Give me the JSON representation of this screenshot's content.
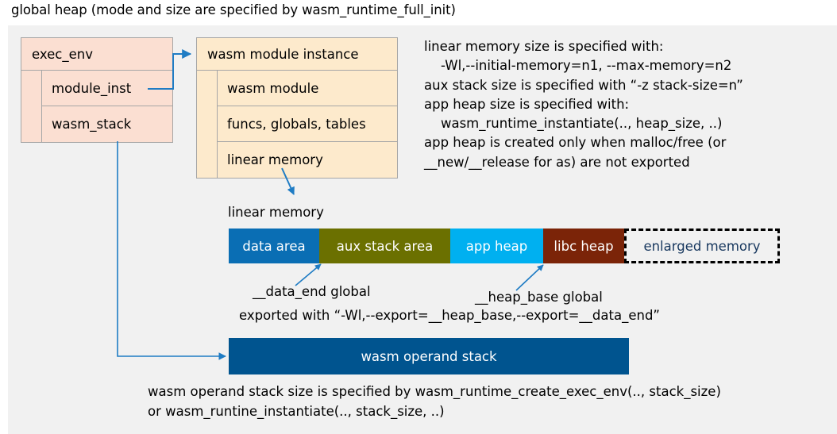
{
  "title": "global heap (mode and size are specified by wasm_runtime_full_init)",
  "colors": {
    "panel_bg": "#f1f1f1",
    "exec_env_fill": "#fbdfd2",
    "module_inst_fill": "#fdeacc",
    "box_border": "#a6a6a6",
    "connector": "#1f7cc4",
    "data_area": "#0a6eb4",
    "aux_stack_area": "#6b7000",
    "app_heap": "#00b0f0",
    "libc_heap": "#7b2408",
    "enlarged_memory_text": "#17375e",
    "operand_stack": "#00548f"
  },
  "exec_env": {
    "header": "exec_env",
    "rows": [
      {
        "label": "module_inst"
      },
      {
        "label": "wasm_stack"
      }
    ]
  },
  "wasm_module_instance": {
    "header": "wasm module instance",
    "rows": [
      {
        "label": "wasm module"
      },
      {
        "label": "funcs, globals, tables"
      },
      {
        "label": "linear memory"
      }
    ]
  },
  "notes": "linear memory size is specified with:\n    -Wl,--initial-memory=n1, --max-memory=n2\naux stack size is specified with “-z stack-size=n”\napp heap size is specified with:\n    wasm_runtime_instantiate(.., heap_size, ..)\napp heap is created only when malloc/free (or\n__new/__release for as) are not exported",
  "linear_memory": {
    "caption": "linear memory",
    "segments": [
      {
        "label": "data area",
        "color": "#0a6eb4",
        "width": 114,
        "style": "solid"
      },
      {
        "label": "aux stack area",
        "color": "#6b7000",
        "width": 165,
        "style": "solid"
      },
      {
        "label": "app heap",
        "color": "#00b0f0",
        "width": 117,
        "style": "solid"
      },
      {
        "label": "libc heap",
        "color": "#7b2408",
        "width": 102,
        "style": "solid"
      },
      {
        "label": "enlarged memory",
        "color": "#f1f1f1",
        "width": 196,
        "style": "dashed"
      }
    ]
  },
  "annotations": {
    "data_end": "__data_end global",
    "heap_base": "__heap_base global",
    "exported_with": "exported with “-Wl,--export=__heap_base,--export=__data_end”"
  },
  "operand_stack": {
    "label": "wasm operand stack",
    "footnote": "wasm operand stack size is specified by wasm_runtime_create_exec_env(.., stack_size)\nor wasm_runtine_instantiate(.., stack_size, ..)"
  }
}
